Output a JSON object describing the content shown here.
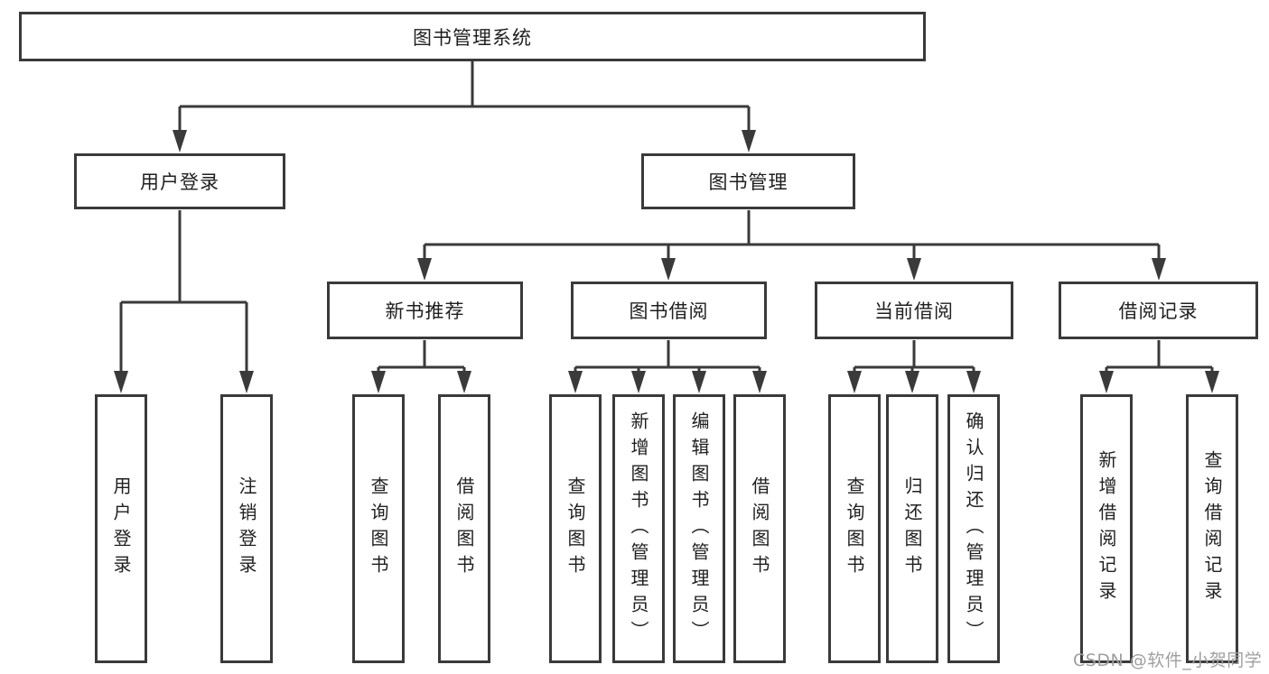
{
  "colors": {
    "line": "#3a3a3a",
    "box_border": "#3a3a3a",
    "box_fill": "#ffffff",
    "text": "#1f1f1f",
    "background": "#ffffff",
    "watermark": "#9f9f9f"
  },
  "watermark": "CSDN @软件_小贺同学",
  "tree": {
    "root": {
      "label": "图书管理系统",
      "children": [
        {
          "label": "用户登录",
          "children": [
            {
              "label": "用户登录"
            },
            {
              "label": "注销登录"
            }
          ]
        },
        {
          "label": "图书管理",
          "children": [
            {
              "label": "新书推荐",
              "children": [
                {
                  "label": "查询图书"
                },
                {
                  "label": "借阅图书"
                }
              ]
            },
            {
              "label": "图书借阅",
              "children": [
                {
                  "label": "查询图书"
                },
                {
                  "label": "新增图书（管理员）"
                },
                {
                  "label": "编辑图书（管理员）"
                },
                {
                  "label": "借阅图书"
                }
              ]
            },
            {
              "label": "当前借阅",
              "children": [
                {
                  "label": "查询图书"
                },
                {
                  "label": "归还图书"
                },
                {
                  "label": "确认归还（管理员）"
                }
              ]
            },
            {
              "label": "借阅记录",
              "children": [
                {
                  "label": "新增借阅记录"
                },
                {
                  "label": "查询借阅记录"
                }
              ]
            }
          ]
        }
      ]
    }
  }
}
